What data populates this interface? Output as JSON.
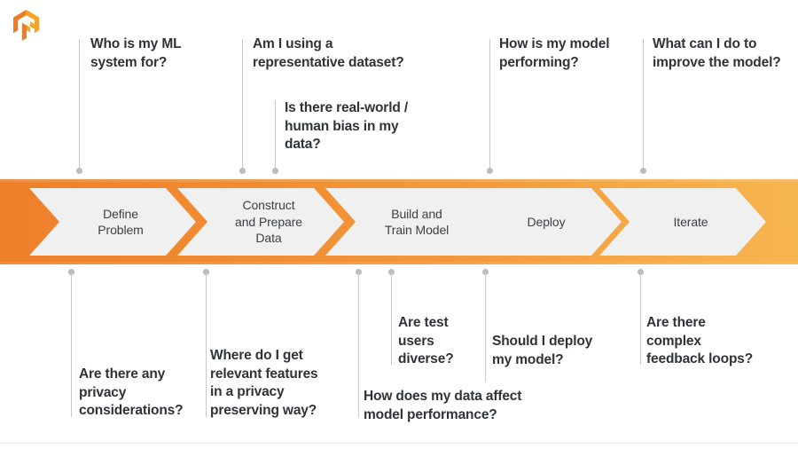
{
  "logo": {
    "name": "tensorflow-logo",
    "color_light": "#f6a623",
    "color_dark": "#ef7d23"
  },
  "band": {
    "gradient_start": "#ef7f2a",
    "gradient_end": "#f6b450",
    "stage_fill": "#f0f0f0",
    "stage_text_color": "#3c4043"
  },
  "connector_color": "#c7c9cb",
  "dot_color": "#b9bcbe",
  "stages": [
    {
      "id": "define-problem",
      "label": "Define\nProblem"
    },
    {
      "id": "construct-prepare-data",
      "label": "Construct\nand Prepare\nData"
    },
    {
      "id": "build-train-model",
      "label": "Build and\nTrain Model"
    },
    {
      "id": "deploy",
      "label": "Deploy"
    },
    {
      "id": "iterate",
      "label": "Iterate"
    }
  ],
  "questions_above": [
    {
      "id": "who-is-my-ml-system-for",
      "text": "Who is my ML\nsystem for?"
    },
    {
      "id": "am-i-using-a-representative-dataset",
      "text": "Am I using a\nrepresentative dataset?"
    },
    {
      "id": "is-there-real-world-human-bias-in-my-data",
      "text": "Is there real-world /\nhuman bias in my\ndata?"
    },
    {
      "id": "how-is-my-model-performing",
      "text": "How is my model\nperforming?"
    },
    {
      "id": "what-can-i-do-to-improve-the-model",
      "text": "What can I do to\nimprove the model?"
    }
  ],
  "questions_below": [
    {
      "id": "are-there-any-privacy-considerations",
      "text": "Are there any\nprivacy\nconsiderations?"
    },
    {
      "id": "where-do-i-get-relevant-features-in-a-privacy-preserving-way",
      "text": "Where do I get\nrelevant features\nin a privacy\npreserving way?"
    },
    {
      "id": "how-does-my-data-affect-model-performance",
      "text": "How does my data affect\nmodel performance?"
    },
    {
      "id": "are-test-users-diverse",
      "text": "Are test\nusers\ndiverse?"
    },
    {
      "id": "should-i-deploy-my-model",
      "text": "Should I deploy\nmy model?"
    },
    {
      "id": "are-there-complex-feedback-loops",
      "text": "Are there\ncomplex\nfeedback loops?"
    }
  ]
}
